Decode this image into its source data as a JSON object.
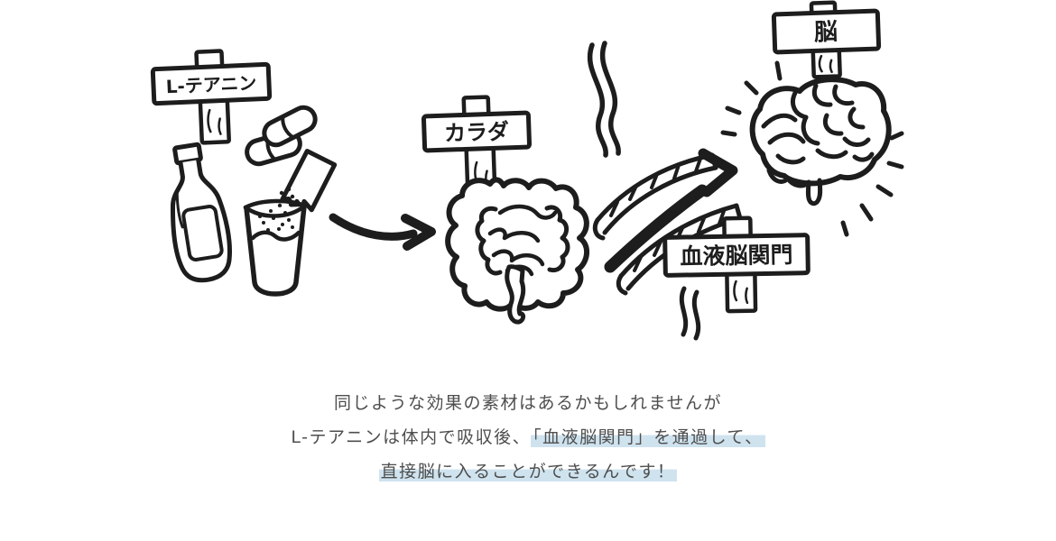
{
  "signs": {
    "theanine": "L-テアニン",
    "body": "カラダ",
    "blood_brain_barrier": "血液脳関門",
    "brain": "脳"
  },
  "caption": {
    "line1": "同じような効果の素材はあるかもしれませんが",
    "line2_normal": "L-テアニンは体内で吸収後、",
    "line2_highlight": "「血液脳関門」を通過して、",
    "line3_highlight": "直接脳に入ることができるんです！"
  },
  "colors": {
    "ink": "#1d1d1d",
    "text": "#4e4e4e",
    "highlight": "#cfe3ef",
    "background": "#ffffff"
  }
}
